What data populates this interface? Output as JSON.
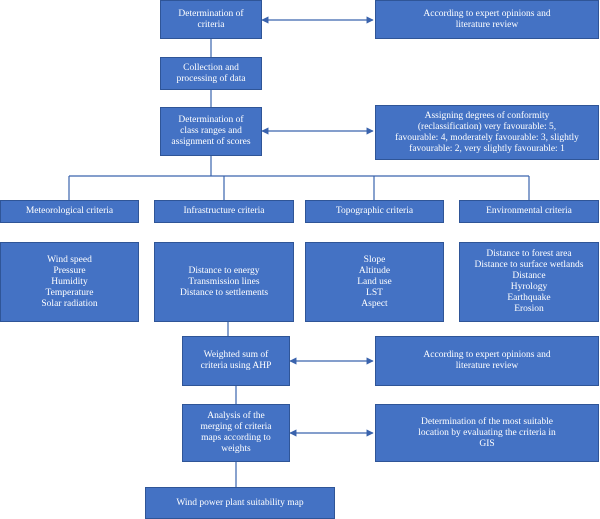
{
  "colors": {
    "box_fill": "#4472c4",
    "box_border": "#2f5597",
    "connector": "#3a63ad",
    "text": "#ffffff"
  },
  "boxes": {
    "determination_criteria": [
      "Determination of",
      "criteria"
    ],
    "expert_1": [
      "According to expert opinions and",
      "literature review"
    ],
    "collection": [
      "Collection and",
      "processing of data"
    ],
    "class_ranges": [
      "Determination of",
      "class ranges and",
      "assignment of scores"
    ],
    "conformity": [
      "Assigning degrees of conformity",
      "(reclassification) very favourable: 5,",
      "favourable: 4, moderately favourable: 3, slightly",
      "favourable: 2, very slightly favourable: 1"
    ],
    "meteorological_header": [
      "Meteorological criteria"
    ],
    "infrastructure_header": [
      "Infrastructure criteria"
    ],
    "topographic_header": [
      "Topographic criteria"
    ],
    "environmental_header": [
      "Environmental criteria"
    ],
    "meteorological_items": [
      "Wind speed",
      "Pressure",
      "Humidity",
      "Temperature",
      "Solar radiation"
    ],
    "infrastructure_items": [
      "Distance to energy",
      "Transmission lines",
      "Distance to settlements"
    ],
    "topographic_items": [
      "Slope",
      "Altitude",
      "Land use",
      "LST",
      "Aspect"
    ],
    "environmental_items": [
      "Distance to forest area",
      "Distance to surface wetlands",
      "Distance",
      "Hyrology",
      "Earthquake",
      "Erosion"
    ],
    "weighted_sum": [
      "Weighted sum of",
      "criteria using AHP"
    ],
    "expert_2": [
      "According to expert opinions and",
      "literature review"
    ],
    "analysis": [
      "Analysis of the",
      "merging of criteria",
      "maps according to",
      "weights"
    ],
    "most_suitable": [
      "Determination of the most suitable",
      "location by evaluating the criteria in",
      "GIS"
    ],
    "final_map": [
      "Wind power plant suitability map"
    ]
  }
}
